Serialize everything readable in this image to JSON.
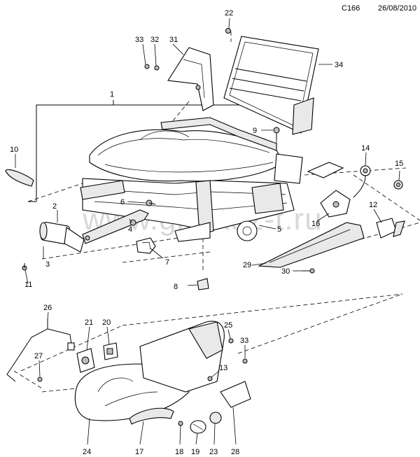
{
  "header": {
    "code": "C166",
    "date": "26/08/2010"
  },
  "watermark": "www.gm-kuz-t.ru",
  "callouts": [
    "1",
    "2",
    "3",
    "4",
    "5",
    "6",
    "7",
    "8",
    "9",
    "10",
    "11",
    "12",
    "13",
    "14",
    "15",
    "16",
    "17",
    "18",
    "19",
    "20",
    "21",
    "22",
    "23",
    "24",
    "25",
    "26",
    "27",
    "28",
    "29",
    "30",
    "31",
    "32",
    "33",
    "33",
    "34"
  ],
  "colors": {
    "line": "#000000",
    "shade": "#e9e9e9",
    "watermark": "#d8d8d8"
  }
}
